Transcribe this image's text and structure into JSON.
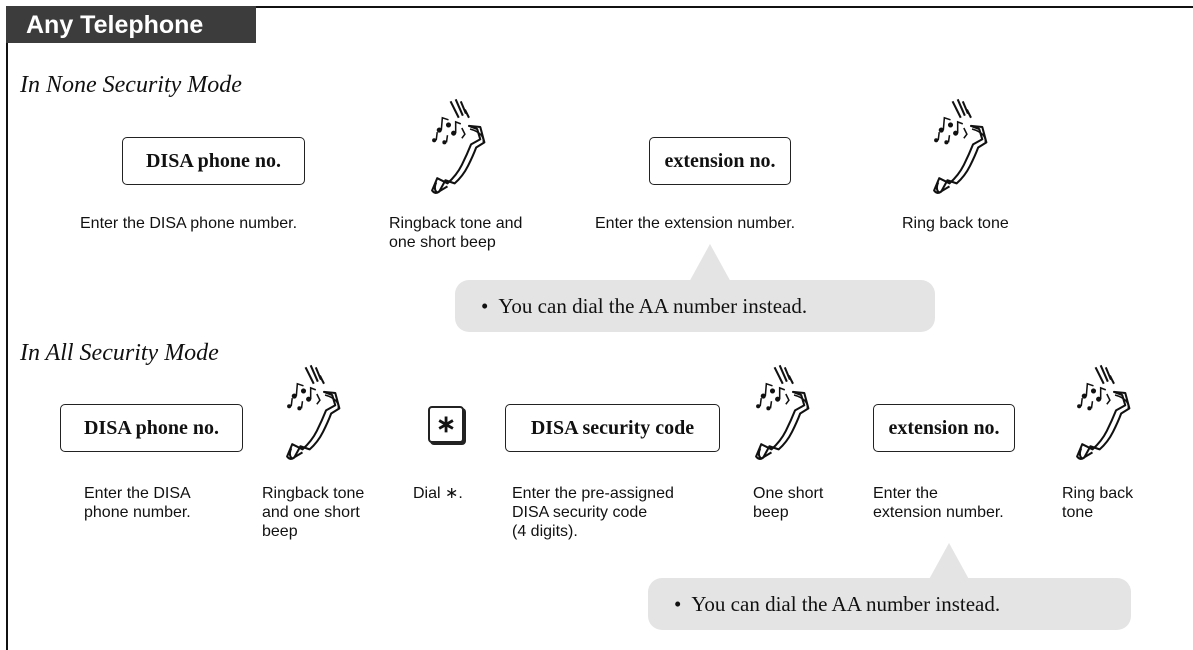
{
  "header": {
    "title": "Any Telephone"
  },
  "none_mode": {
    "title": "In None Security Mode",
    "box1": "DISA phone no.",
    "box2": "extension no.",
    "caption1": "Enter the DISA phone number.",
    "caption2": [
      "Ringback tone and",
      "one short beep"
    ],
    "caption3": "Enter the extension number.",
    "caption4": "Ring back tone",
    "callout": "You can dial the AA number instead."
  },
  "all_mode": {
    "title": "In All Security Mode",
    "box1": "DISA phone no.",
    "box2": "DISA security code",
    "box3": "extension no.",
    "star_key": "∗",
    "caption1": [
      "Enter the DISA",
      "phone number."
    ],
    "caption2": [
      "Ringback tone",
      "and one short",
      "beep"
    ],
    "caption3": "Dial ∗.",
    "caption4": [
      "Enter the pre-assigned",
      "DISA security code",
      "(4 digits)."
    ],
    "caption5": [
      "One short",
      "beep"
    ],
    "caption6": [
      "Enter the",
      "extension number."
    ],
    "caption7": [
      "Ring back",
      "tone"
    ],
    "callout": "You can dial the AA number instead."
  },
  "icons": {
    "phone": "ringing-handset-icon",
    "star": "star-key-icon"
  }
}
